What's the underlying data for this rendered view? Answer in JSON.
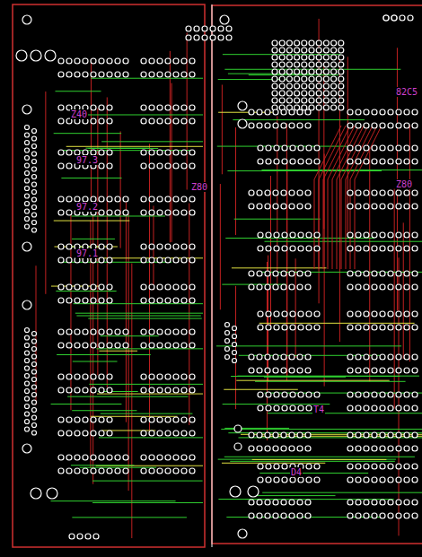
{
  "diagram": {
    "labels": [
      "Z40",
      "97.3",
      "97.2",
      "97.1",
      "Z80",
      "82C5",
      "Z80",
      "T4",
      "D4"
    ]
  }
}
